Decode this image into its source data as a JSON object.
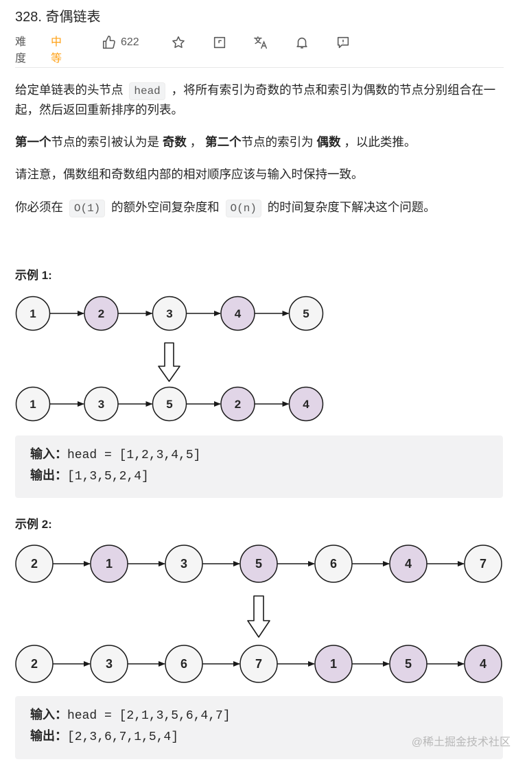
{
  "problem": {
    "title": "328. 奇偶链表",
    "difficulty_label": "难度",
    "difficulty_value": "中等",
    "likes": "622"
  },
  "toolbar": {
    "icons": [
      "thumbs-up-icon",
      "star-icon",
      "share-icon",
      "translate-icon",
      "bell-icon",
      "feedback-icon"
    ]
  },
  "description": {
    "p1_a": "给定单链表的头节点 ",
    "p1_code": "head",
    "p1_b": " ，将所有索引为奇数的节点和索引为偶数的节点分别组合在一起，然后返回重新排序的列表。",
    "p2_a": "第一个",
    "p2_b": "节点的索引被认为是 ",
    "p2_c": "奇数",
    "p2_d": " ， ",
    "p2_e": "第二个",
    "p2_f": "节点的索引为 ",
    "p2_g": "偶数",
    "p2_h": " ，以此类推。",
    "p3": "请注意，偶数组和奇数组内部的相对顺序应该与输入时保持一致。",
    "p4_a": "你必须在 ",
    "p4_code1": "O(1)",
    "p4_b": " 的额外空间复杂度和 ",
    "p4_code2": "O(n)",
    "p4_c": " 的时间复杂度下解决这个问题。"
  },
  "example1": {
    "heading": "示例 1:",
    "input_nodes": [
      "1",
      "2",
      "3",
      "4",
      "5"
    ],
    "input_highlight": [
      false,
      true,
      false,
      true,
      false
    ],
    "output_nodes": [
      "1",
      "3",
      "5",
      "2",
      "4"
    ],
    "output_highlight": [
      false,
      false,
      false,
      true,
      true
    ],
    "input_label": "输入：",
    "input_value": "head = [1,2,3,4,5]",
    "output_label": "输出：",
    "output_value": "[1,3,5,2,4]"
  },
  "example2": {
    "heading": "示例 2:",
    "input_nodes": [
      "2",
      "1",
      "3",
      "5",
      "6",
      "4",
      "7"
    ],
    "input_highlight": [
      false,
      true,
      false,
      true,
      false,
      true,
      false
    ],
    "output_nodes": [
      "2",
      "3",
      "6",
      "7",
      "1",
      "5",
      "4"
    ],
    "output_highlight": [
      false,
      false,
      false,
      false,
      true,
      true,
      true
    ],
    "input_label": "输入：",
    "input_value": "head = [2,1,3,5,6,4,7]",
    "output_label": "输出：",
    "output_value": "[2,3,6,7,1,5,4]"
  },
  "colors": {
    "highlight_fill": "#e1d5e7",
    "plain_fill": "#f5f5f5",
    "stroke": "#1a1a1a",
    "difficulty_orange": "#ffa116"
  },
  "watermark": "@稀土掘金技术社区"
}
